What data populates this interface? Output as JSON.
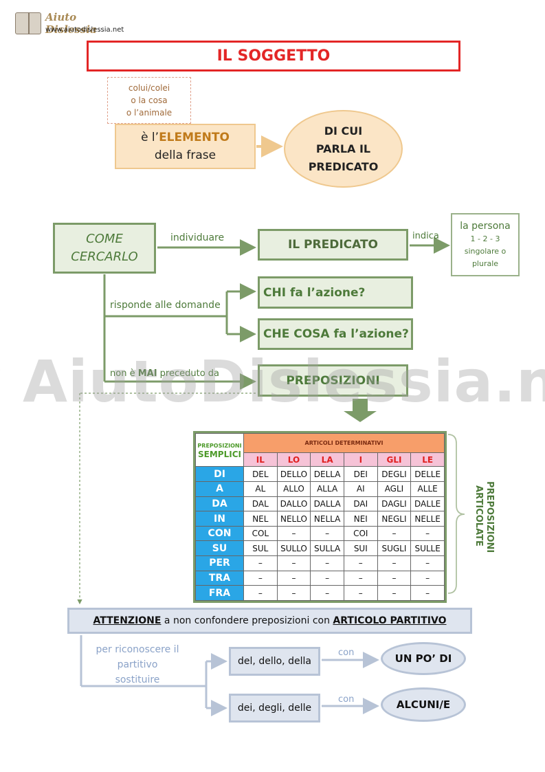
{
  "logo": {
    "brand": "Aiuto Dislessia",
    "url": "www.aiutodislessia.net"
  },
  "watermark": "By AiutoDislessia.net",
  "title": "IL SOGGETTO",
  "hint": {
    "lines": [
      "colui/colei",
      "o la cosa",
      "o l’animale"
    ]
  },
  "elemento": {
    "prefix": "è l’",
    "highlight": "ELEMENTO",
    "line2": "della frase"
  },
  "predicato_ellipse": {
    "lines": [
      "DI CUI",
      "PARLA IL",
      "PREDICATO"
    ]
  },
  "come_cercarlo": {
    "lines": [
      "COME",
      "CERCARLO"
    ]
  },
  "labels": {
    "individuare": "individuare",
    "indica": "indica",
    "risponde": "risponde alle domande",
    "non_e_mai_pre": "non è ",
    "non_e_mai_bold": "MAI",
    "non_e_mai_post": " preceduto da"
  },
  "il_predicato": "IL PREDICATO",
  "persona": {
    "title": "la persona",
    "numbers": "1 - 2 - 3",
    "line3": "singolare o",
    "line4": "plurale"
  },
  "chi": "CHI fa l’azione?",
  "che_cosa": "CHE COSA fa l’azione?",
  "preposizioni": "PREPOSIZIONI",
  "table": {
    "corner_small": "PREPOSIZIONI",
    "corner_big": "SEMPLICI",
    "header": "ARTICOLI DETERMINATIVI",
    "articles": [
      "IL",
      "LO",
      "LA",
      "I",
      "GLI",
      "LE"
    ],
    "rows": [
      {
        "prep": "DI",
        "cells": [
          "DEL",
          "DELLO",
          "DELLA",
          "DEI",
          "DEGLI",
          "DELLE"
        ]
      },
      {
        "prep": "A",
        "cells": [
          "AL",
          "ALLO",
          "ALLA",
          "AI",
          "AGLI",
          "ALLE"
        ]
      },
      {
        "prep": "DA",
        "cells": [
          "DAL",
          "DALLO",
          "DALLA",
          "DAI",
          "DAGLI",
          "DALLE"
        ]
      },
      {
        "prep": "IN",
        "cells": [
          "NEL",
          "NELLO",
          "NELLA",
          "NEI",
          "NEGLI",
          "NELLE"
        ]
      },
      {
        "prep": "CON",
        "cells": [
          "COL",
          "–",
          "–",
          "COI",
          "–",
          "–"
        ]
      },
      {
        "prep": "SU",
        "cells": [
          "SUL",
          "SULLO",
          "SULLA",
          "SUI",
          "SUGLI",
          "SULLE"
        ]
      },
      {
        "prep": "PER",
        "cells": [
          "–",
          "–",
          "–",
          "–",
          "–",
          "–"
        ]
      },
      {
        "prep": "TRA",
        "cells": [
          "–",
          "–",
          "–",
          "–",
          "–",
          "–"
        ]
      },
      {
        "prep": "FRA",
        "cells": [
          "–",
          "–",
          "–",
          "–",
          "–",
          "–"
        ]
      }
    ]
  },
  "articolate": {
    "line1": "PREPOSIZIONI",
    "line2": "ARTICOLATE"
  },
  "attenzione": {
    "bold1": "ATTENZIONE",
    "middle": " a non confondere preposizioni con ",
    "bold2": "ARTICOLO PARTITIVO"
  },
  "riconoscere": {
    "lines": [
      "per riconoscere il",
      "partitivo",
      "sostituire"
    ]
  },
  "del_box": "del, dello, della",
  "dei_box": "dei, degli, delle",
  "con_label": "con",
  "unpo": "UN PO’ DI",
  "alcuni": "ALCUNI/E",
  "colors": {
    "title_red": "#e32626",
    "orange_fill": "#fbe5c6",
    "green": "#7c9b68",
    "green_fill": "#e8efe0",
    "blue_fill": "#dfe5ef",
    "table_prep_blue": "#2aa6e6",
    "table_header_orange": "#f79e6a",
    "table_article_pink": "#f6c3d7"
  }
}
